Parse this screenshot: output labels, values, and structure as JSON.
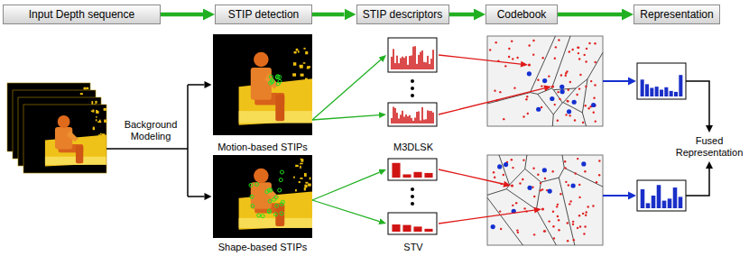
{
  "diagram": {
    "nodes": [
      {
        "text": [
          "Input Depth sequence"
        ]
      },
      {
        "text": [
          "STIP detection"
        ]
      },
      {
        "text": [
          "STIP descriptors"
        ]
      },
      {
        "text": [
          "Codebook"
        ]
      },
      {
        "text": [
          "Representation"
        ]
      },
      {
        "text": [
          "Motion-based STIPs"
        ]
      },
      {
        "text": [
          "Shape-based STIPs"
        ]
      },
      {
        "text": [
          "M3DLSK"
        ]
      },
      {
        "text": [
          "STV"
        ]
      }
    ],
    "edges": [
      {
        "from": 0,
        "to": 1,
        "arrow": "to"
      },
      {
        "from": 1,
        "to": 2,
        "arrow": "to"
      },
      {
        "from": 2,
        "to": 3,
        "arrow": "to"
      },
      {
        "from": 3,
        "to": 4,
        "arrow": "to"
      },
      {
        "from": 5,
        "to": 7,
        "arrow": "to"
      },
      {
        "from": 5,
        "to": 7,
        "arrow": "to"
      },
      {
        "from": 6,
        "to": 8,
        "arrow": "to"
      },
      {
        "from": 6,
        "to": 8,
        "arrow": "to"
      }
    ],
    "labels": [
      "Background Modeling",
      "Fused Representation"
    ]
  }
}
